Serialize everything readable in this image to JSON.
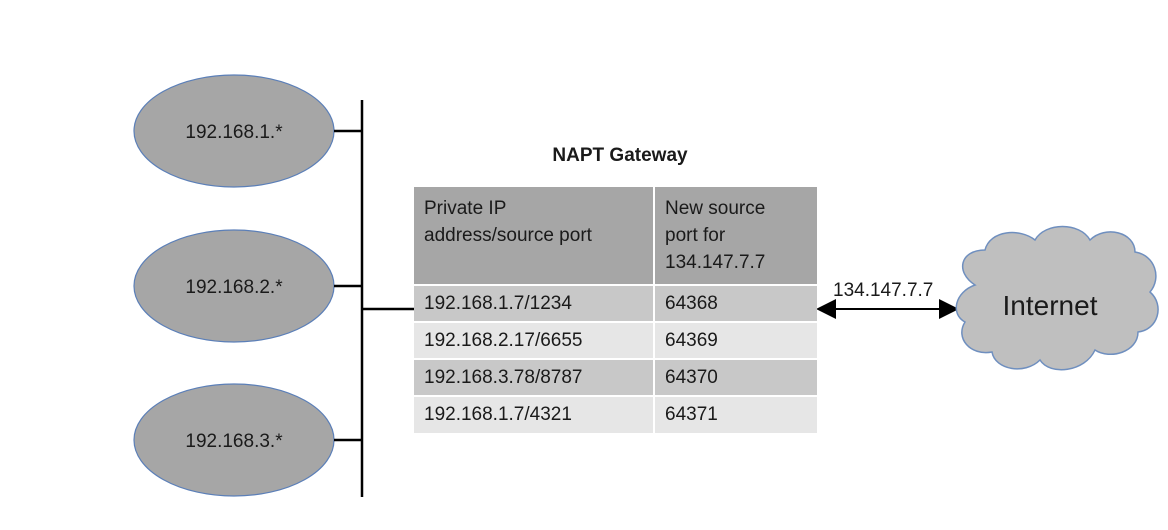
{
  "subnets": [
    "192.168.1.*",
    "192.168.2.*",
    "192.168.3.*"
  ],
  "gateway": {
    "title": "NAPT Gateway",
    "headers": [
      [
        "Private IP",
        "address/source port"
      ],
      [
        "New source",
        "port for",
        "134.147.7.7"
      ]
    ],
    "rows": [
      [
        "192.168.1.7/1234",
        "64368"
      ],
      [
        "192.168.2.17/6655",
        "64369"
      ],
      [
        "192.168.3.78/8787",
        "64370"
      ],
      [
        "192.168.1.7/4321",
        "64371"
      ]
    ]
  },
  "public_ip": "134.147.7.7",
  "internet_label": "Internet",
  "colors": {
    "subnet_fill": "#a6a6a6",
    "subnet_stroke": "#5b7fb8",
    "cloud_fill": "#bfbfbf",
    "cloud_stroke": "#6f8fbf",
    "header_fill": "#a6a6a6",
    "row_dark": "#c8c8c8",
    "row_light": "#e6e6e6"
  }
}
